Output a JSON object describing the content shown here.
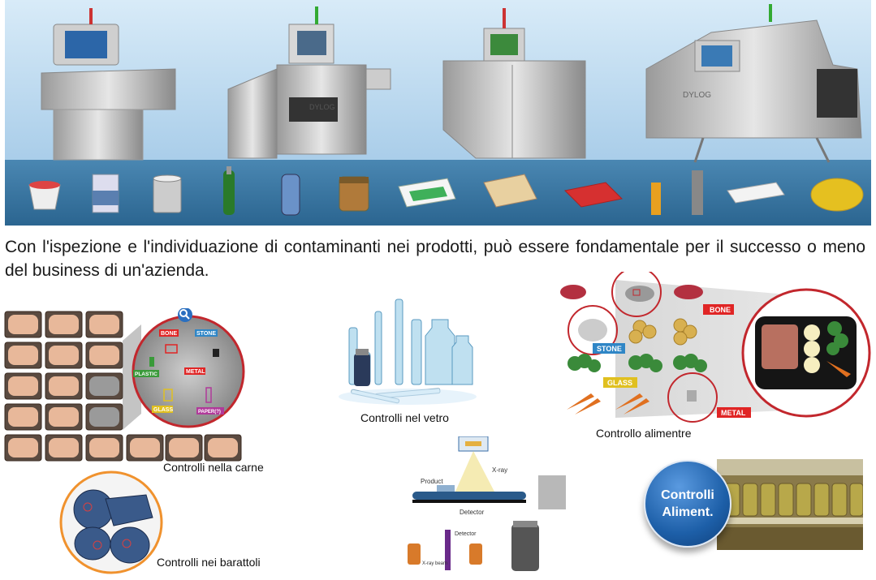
{
  "intro": {
    "text": "Con l'ispezione e l'individuazione di contaminanti nei prodotti, può essere fondamentale per il successo o meno del business di un'azienda."
  },
  "banner": {
    "machine_logos": [
      "DYLOG",
      "DYLOG"
    ]
  },
  "meat": {
    "caption": "Controlli nella carne",
    "labels": [
      "BONE",
      "STONE",
      "PLASTIC",
      "METAL",
      "GLASS",
      "PAPER(?)"
    ]
  },
  "glass": {
    "caption": "Controlli nel vetro"
  },
  "food": {
    "caption": "Controllo alimentre",
    "labels": [
      "BONE",
      "STONE",
      "GLASS",
      "METAL"
    ]
  },
  "jars": {
    "caption": "Controlli nei barattoli"
  },
  "xray_diagram": {
    "labels": [
      "Product",
      "X-ray",
      "Detector",
      "Detector",
      "X-ray beam"
    ]
  },
  "badge": {
    "line1": "Controlli",
    "line2": "Aliment."
  },
  "colors": {
    "banner_sky": "#bcd9ef",
    "banner_belt": "#3d7ba6",
    "red_label": "#e02525",
    "blue_label": "#2f86c6",
    "yellow_label": "#e0c020",
    "badge_blue": "#1d5fa8",
    "jar_ring": "#f0922e"
  }
}
